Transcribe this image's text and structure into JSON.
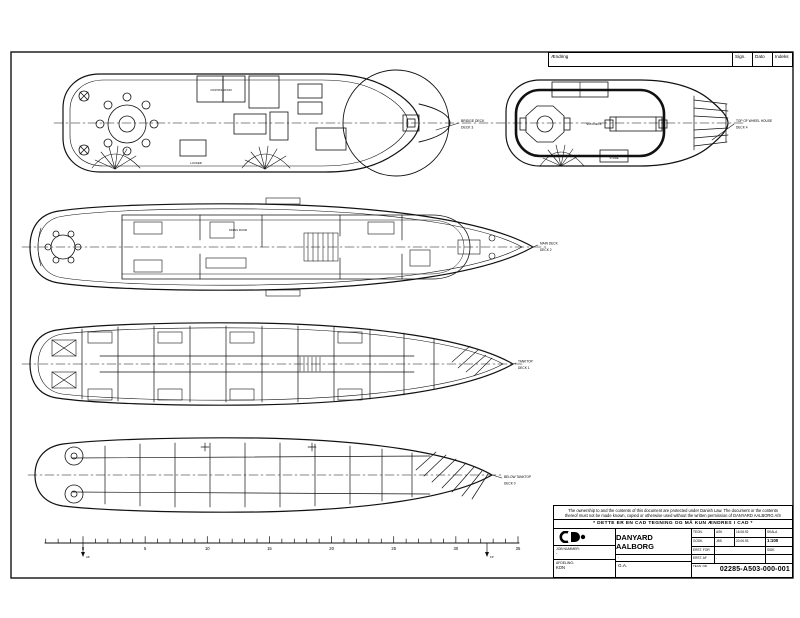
{
  "revision_table": {
    "change_label": "Ændring",
    "sign_label": "Sign.",
    "date_label": "Dato",
    "index_label": "Indeks"
  },
  "title_block": {
    "copyright_line1": "The ownership to and the contents of this document are protected under Danish Law. The document or the contents",
    "copyright_line2": "thereof must not be made known, copied or otherwise used without the written permission of DANYARD AALBORG A/S",
    "cad_notice": "* DETTE ER EN CAD TEGNING OG MÅ KUN ÆNDRES I CAD *",
    "company": "DANYARD AALBORG",
    "job_number_label": "JOB NUMMER:",
    "job_number_value": "-",
    "department_label": "AFDELING:",
    "department_value": "KON",
    "separator_value": "-",
    "title_value": "G.A.",
    "drawn_label": "TEGN.",
    "drawn_by": "ASK",
    "drawn_date": "16.06.92",
    "approved_label": "GODK.",
    "approved_by": "JBS",
    "approved_date": "20.06.93",
    "replaces_label": "ERST. FOR",
    "replaces_value": "-",
    "replaced_by_label": "ERST. AF",
    "replaced_by_value": "-",
    "scale_label": "SKALA",
    "scale_value": "1:100",
    "page_label": "SIDE",
    "drawing_no_label": "TEGN. NR.",
    "drawing_no": "02285-A503-000-001"
  },
  "decks": [
    {
      "line1": "BRIDGE DECK",
      "line2": "DECK 3"
    },
    {
      "line1": "TOP OF WHEEL HOUSE",
      "line2": "DECK 4"
    },
    {
      "line1": "MAIN DECK",
      "line2": "DECK 2"
    },
    {
      "line1": "TANKTOP",
      "line2": "DECK 1"
    },
    {
      "line1": "BELOW TANKTOP",
      "line2": "DECK 0"
    }
  ],
  "room_labels": {
    "control_room": "CONTROL ROOM",
    "locker": "LOCKER",
    "sun_deck": "SUN DECK",
    "store": "STORE",
    "dining_room": "DINING ROOM"
  },
  "ruler": {
    "min": -3,
    "max": 35,
    "numbers": [
      0,
      5,
      10,
      15,
      20,
      25,
      30,
      35
    ],
    "ap_label": "AP",
    "fp_label": "FP"
  },
  "colors": {
    "ink": "#111111",
    "paper": "#ffffff"
  }
}
